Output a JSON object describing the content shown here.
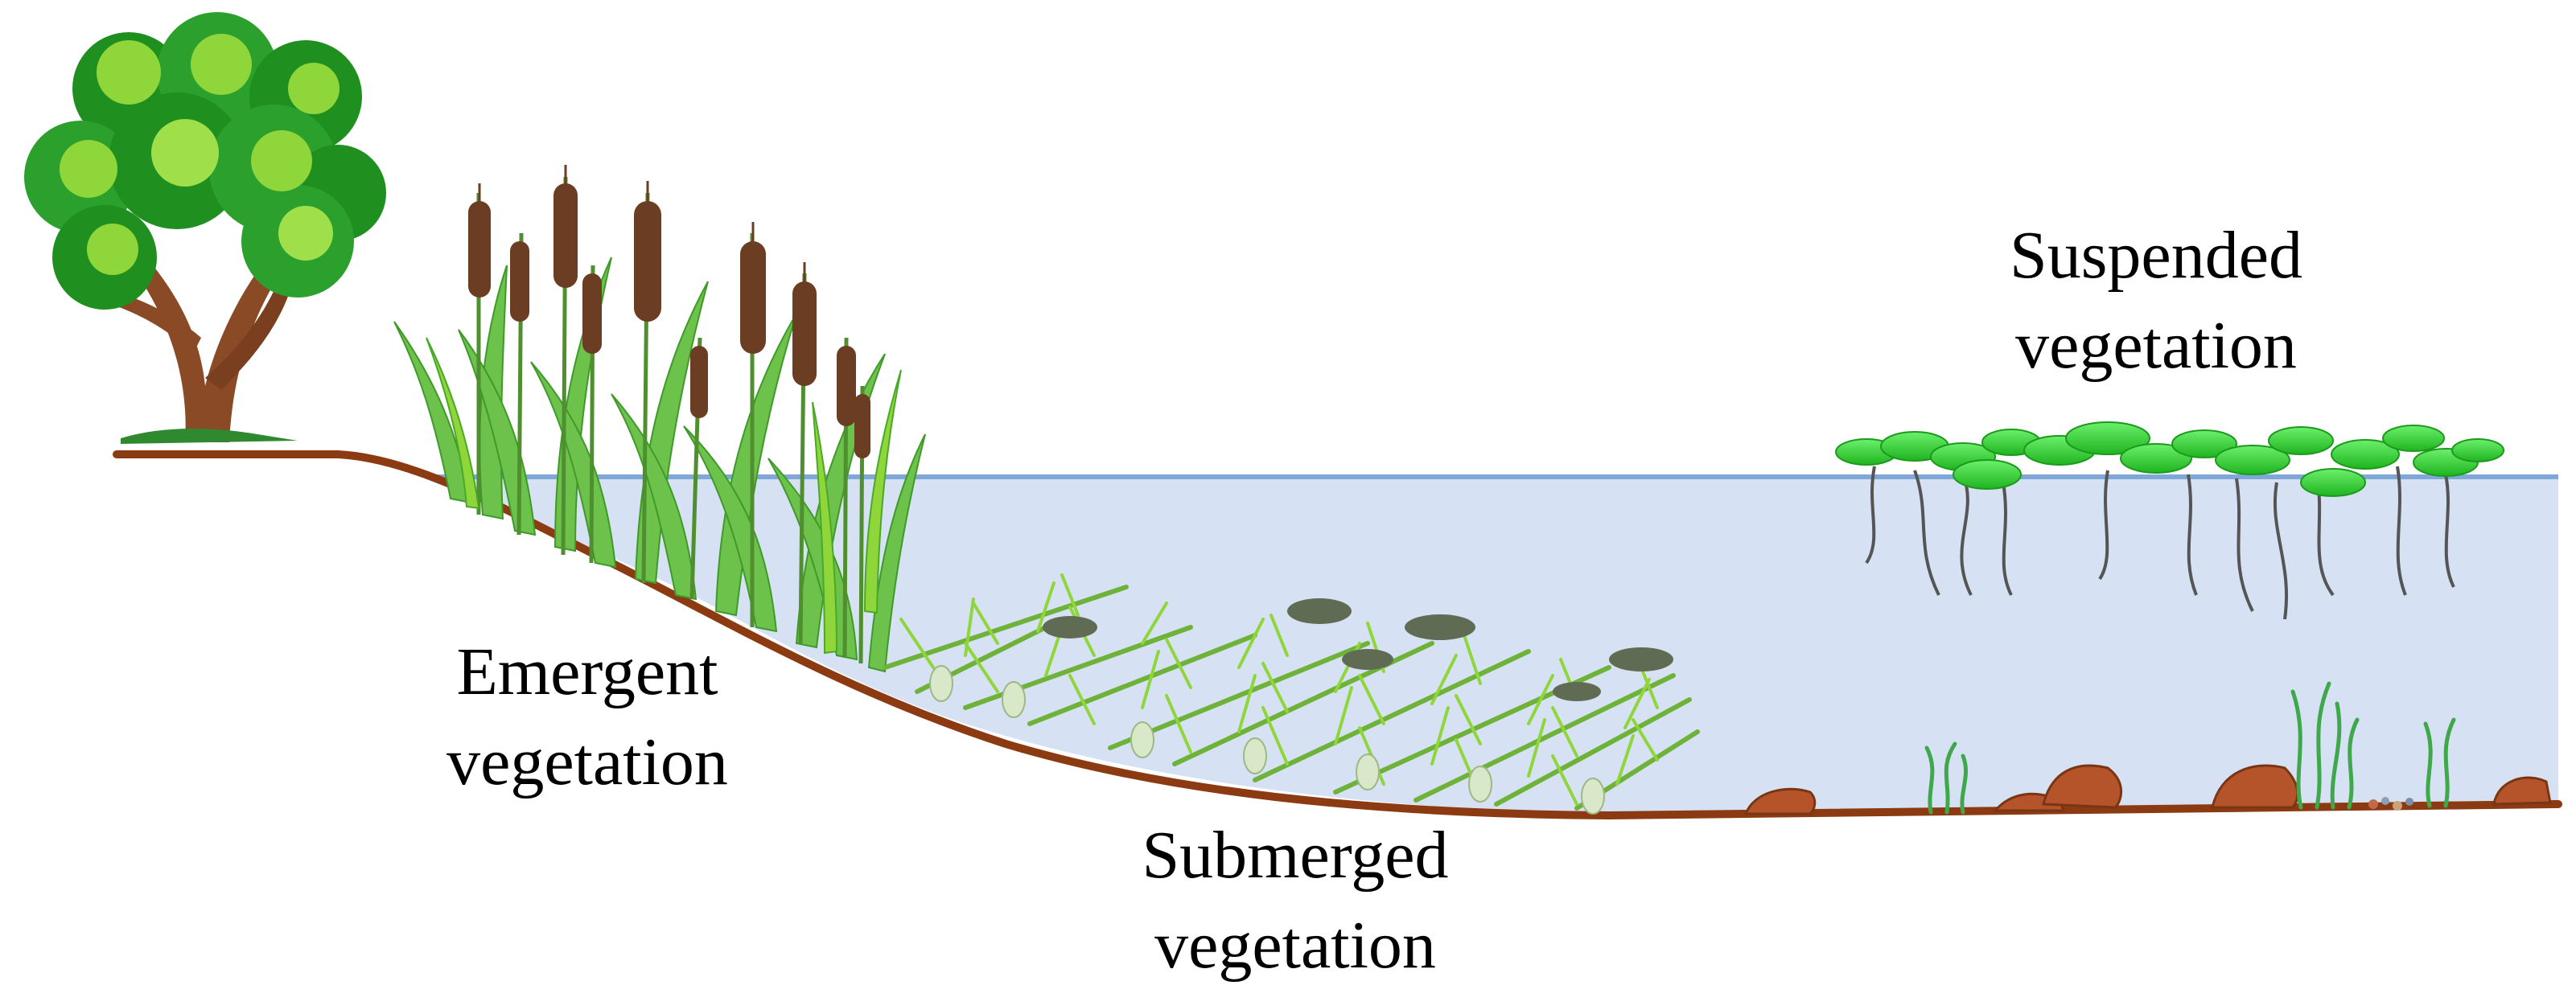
{
  "labels": {
    "emergent": {
      "line1": "Emergent",
      "line2": "vegetation"
    },
    "submerged": {
      "line1": "Submerged",
      "line2": "vegetation"
    },
    "suspended": {
      "line1": "Suspended",
      "line2": "vegetation"
    }
  },
  "colors": {
    "water": "#d6e2f3",
    "water_surface": "#7fa7d8",
    "bank": "#8b3a12",
    "leaf_dark": "#1f8f1f",
    "leaf_light": "#8fd63a",
    "reed": "#6cc24a",
    "cattail": "#6b3d22",
    "pad": "#3dd63d",
    "rock": "#b5542a"
  },
  "icons": [
    "tree-icon",
    "cattail-icon",
    "submerged-plant-icon",
    "floating-plant-icon",
    "rock-icon",
    "seaweed-icon"
  ]
}
